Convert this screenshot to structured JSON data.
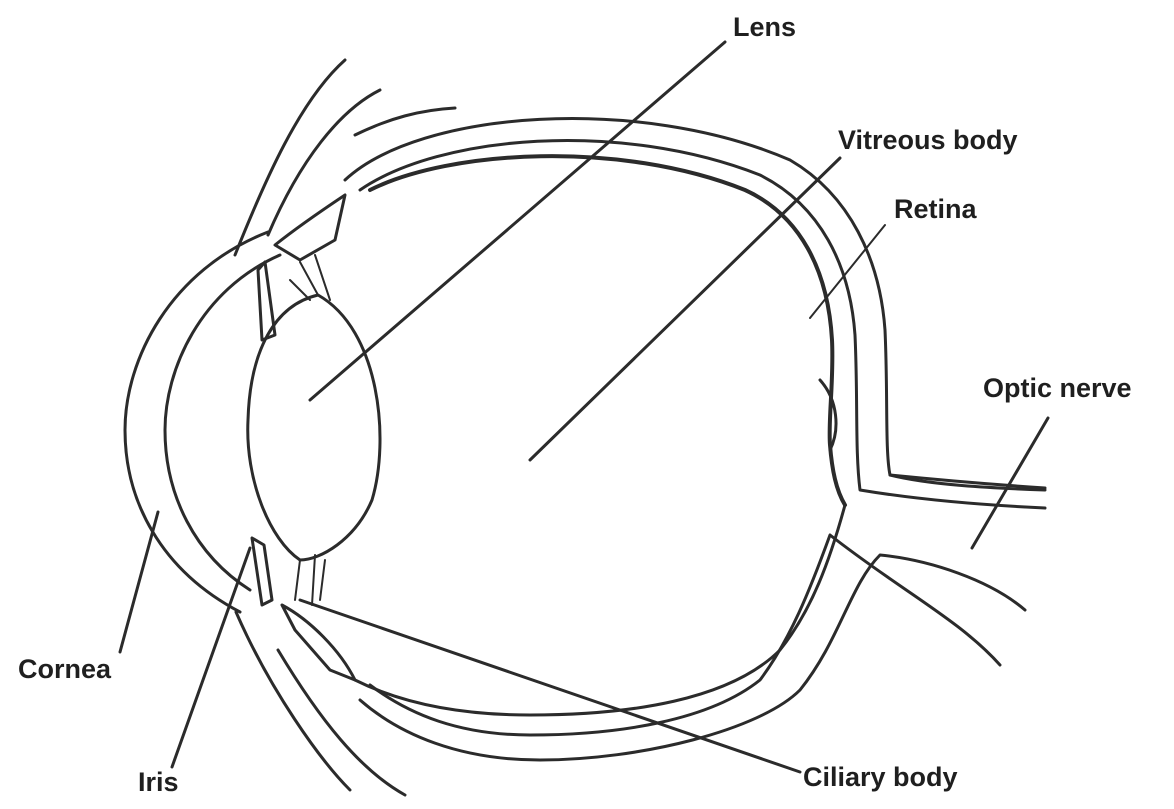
{
  "labels": {
    "lens": "Lens",
    "vitreous_body": "Vitreous body",
    "retina": "Retina",
    "optic_nerve": "Optic nerve",
    "cornea": "Cornea",
    "iris": "Iris",
    "ciliary_body": "Ciliary body"
  }
}
